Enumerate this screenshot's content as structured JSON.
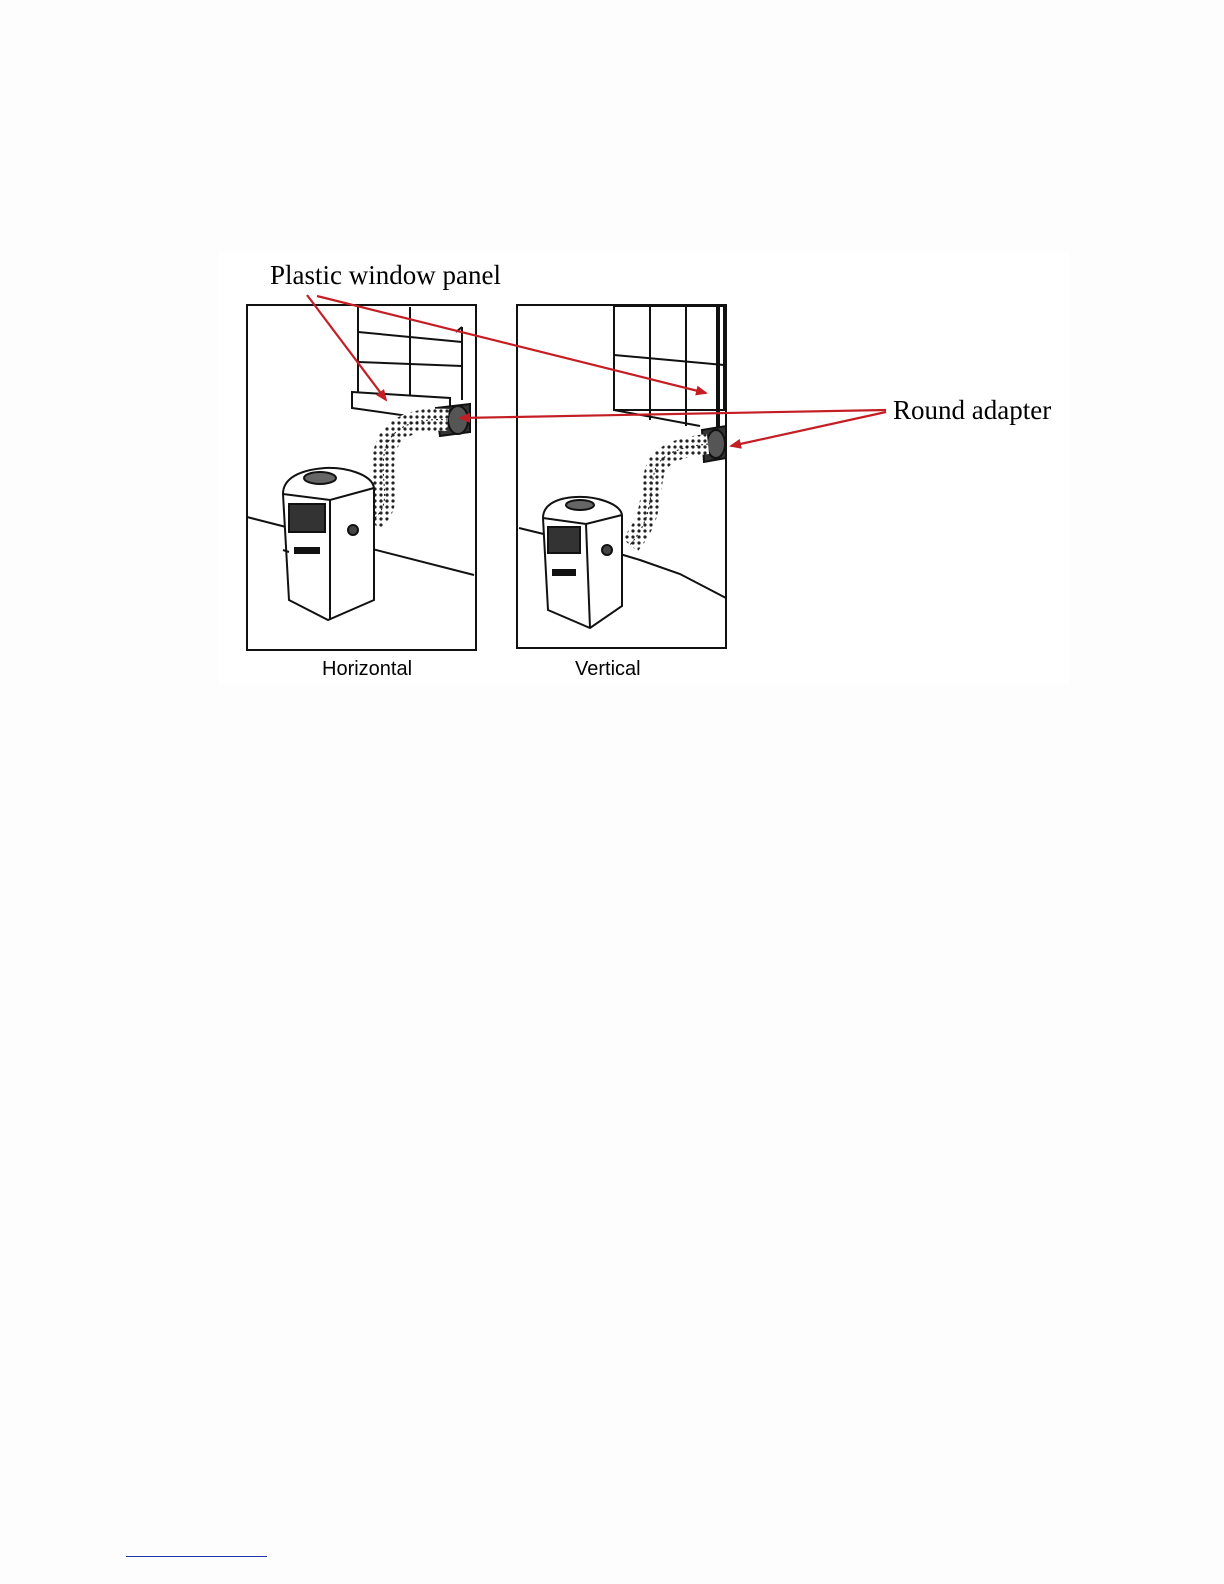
{
  "diagram": {
    "callouts": {
      "plastic_window_panel": "Plastic window panel",
      "round_adapter": "Round adapter"
    },
    "panels": [
      {
        "id": "horizontal",
        "caption": "Horizontal"
      },
      {
        "id": "vertical",
        "caption": "Vertical"
      }
    ],
    "colors": {
      "arrow": "#c41e24",
      "line_art": "#111111"
    }
  }
}
